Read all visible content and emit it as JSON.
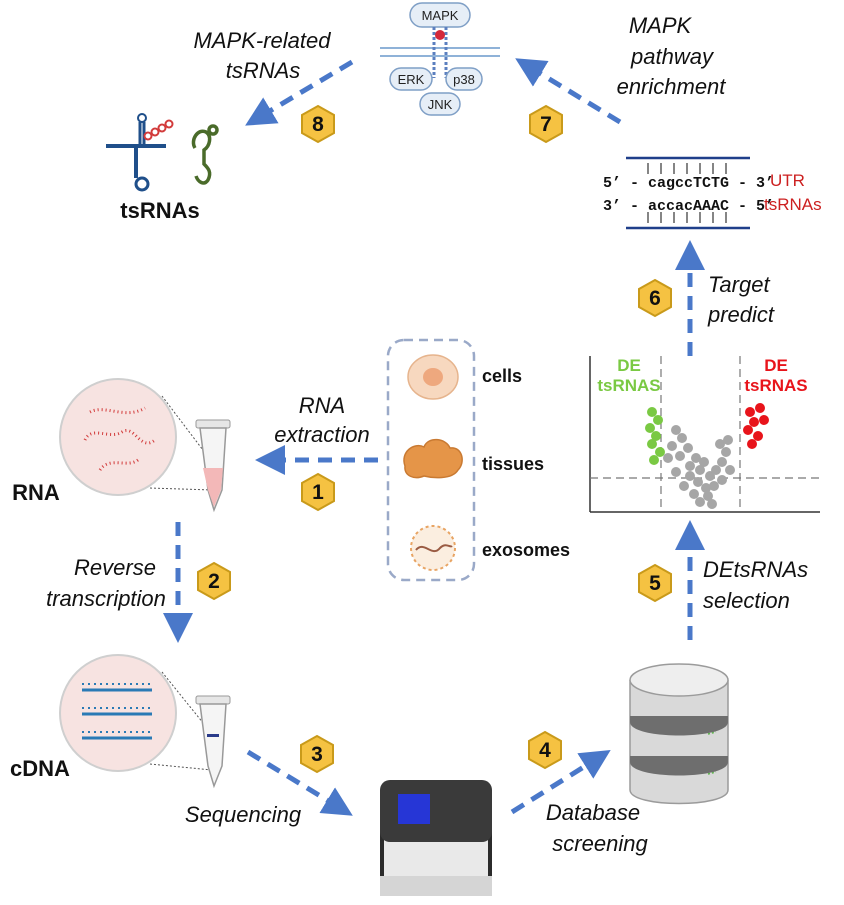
{
  "steps": {
    "s1": {
      "num": "1",
      "line1": "RNA",
      "line2": "extraction"
    },
    "s2": {
      "num": "2",
      "line1": "Reverse",
      "line2": "transcription"
    },
    "s3": {
      "num": "3",
      "label": "Sequencing"
    },
    "s4": {
      "num": "4",
      "line1": "Database",
      "line2": "screening"
    },
    "s5": {
      "num": "5",
      "line1": "DEtsRNAs",
      "line2": "selection"
    },
    "s6": {
      "num": "6",
      "line1": "Target",
      "line2": "predict"
    },
    "s7": {
      "num": "7",
      "line1": "MAPK",
      "line2": "pathway",
      "line3": "enrichment"
    },
    "s8": {
      "num": "8",
      "line1": "MAPK-related",
      "line2": "tsRNAs"
    }
  },
  "sources": {
    "cells": "cells",
    "tissues": "tissues",
    "exosomes": "exosomes"
  },
  "labels": {
    "rna": "RNA",
    "cdna": "cDNA",
    "tsrnas": "tsRNAs"
  },
  "volcano": {
    "left_line1": "DE",
    "left_line2": "tsRNAS",
    "right_line1": "DE",
    "right_line2": "tsRNAS",
    "left_color": "#7ac943",
    "right_color": "#e8141b",
    "ns_color": "#a6a6a6"
  },
  "alignment": {
    "top_seq": "5’ - cagccTCTG - 3’",
    "bottom_seq": "3’ - accacAAAC - 5’",
    "top_tag": "UTR",
    "bottom_tag": "tsRNAs"
  },
  "pathway": {
    "mapk": "MAPK",
    "erk": "ERK",
    "p38": "p38",
    "jnk": "JNK"
  },
  "colors": {
    "arrow": "#4a78c9",
    "badge": "#f5c242",
    "badge_border": "#c99a1a",
    "rna_red": "#d23b3b",
    "tsrna_blue": "#1f4f8a",
    "tsrna_green": "#4a6b2a"
  }
}
